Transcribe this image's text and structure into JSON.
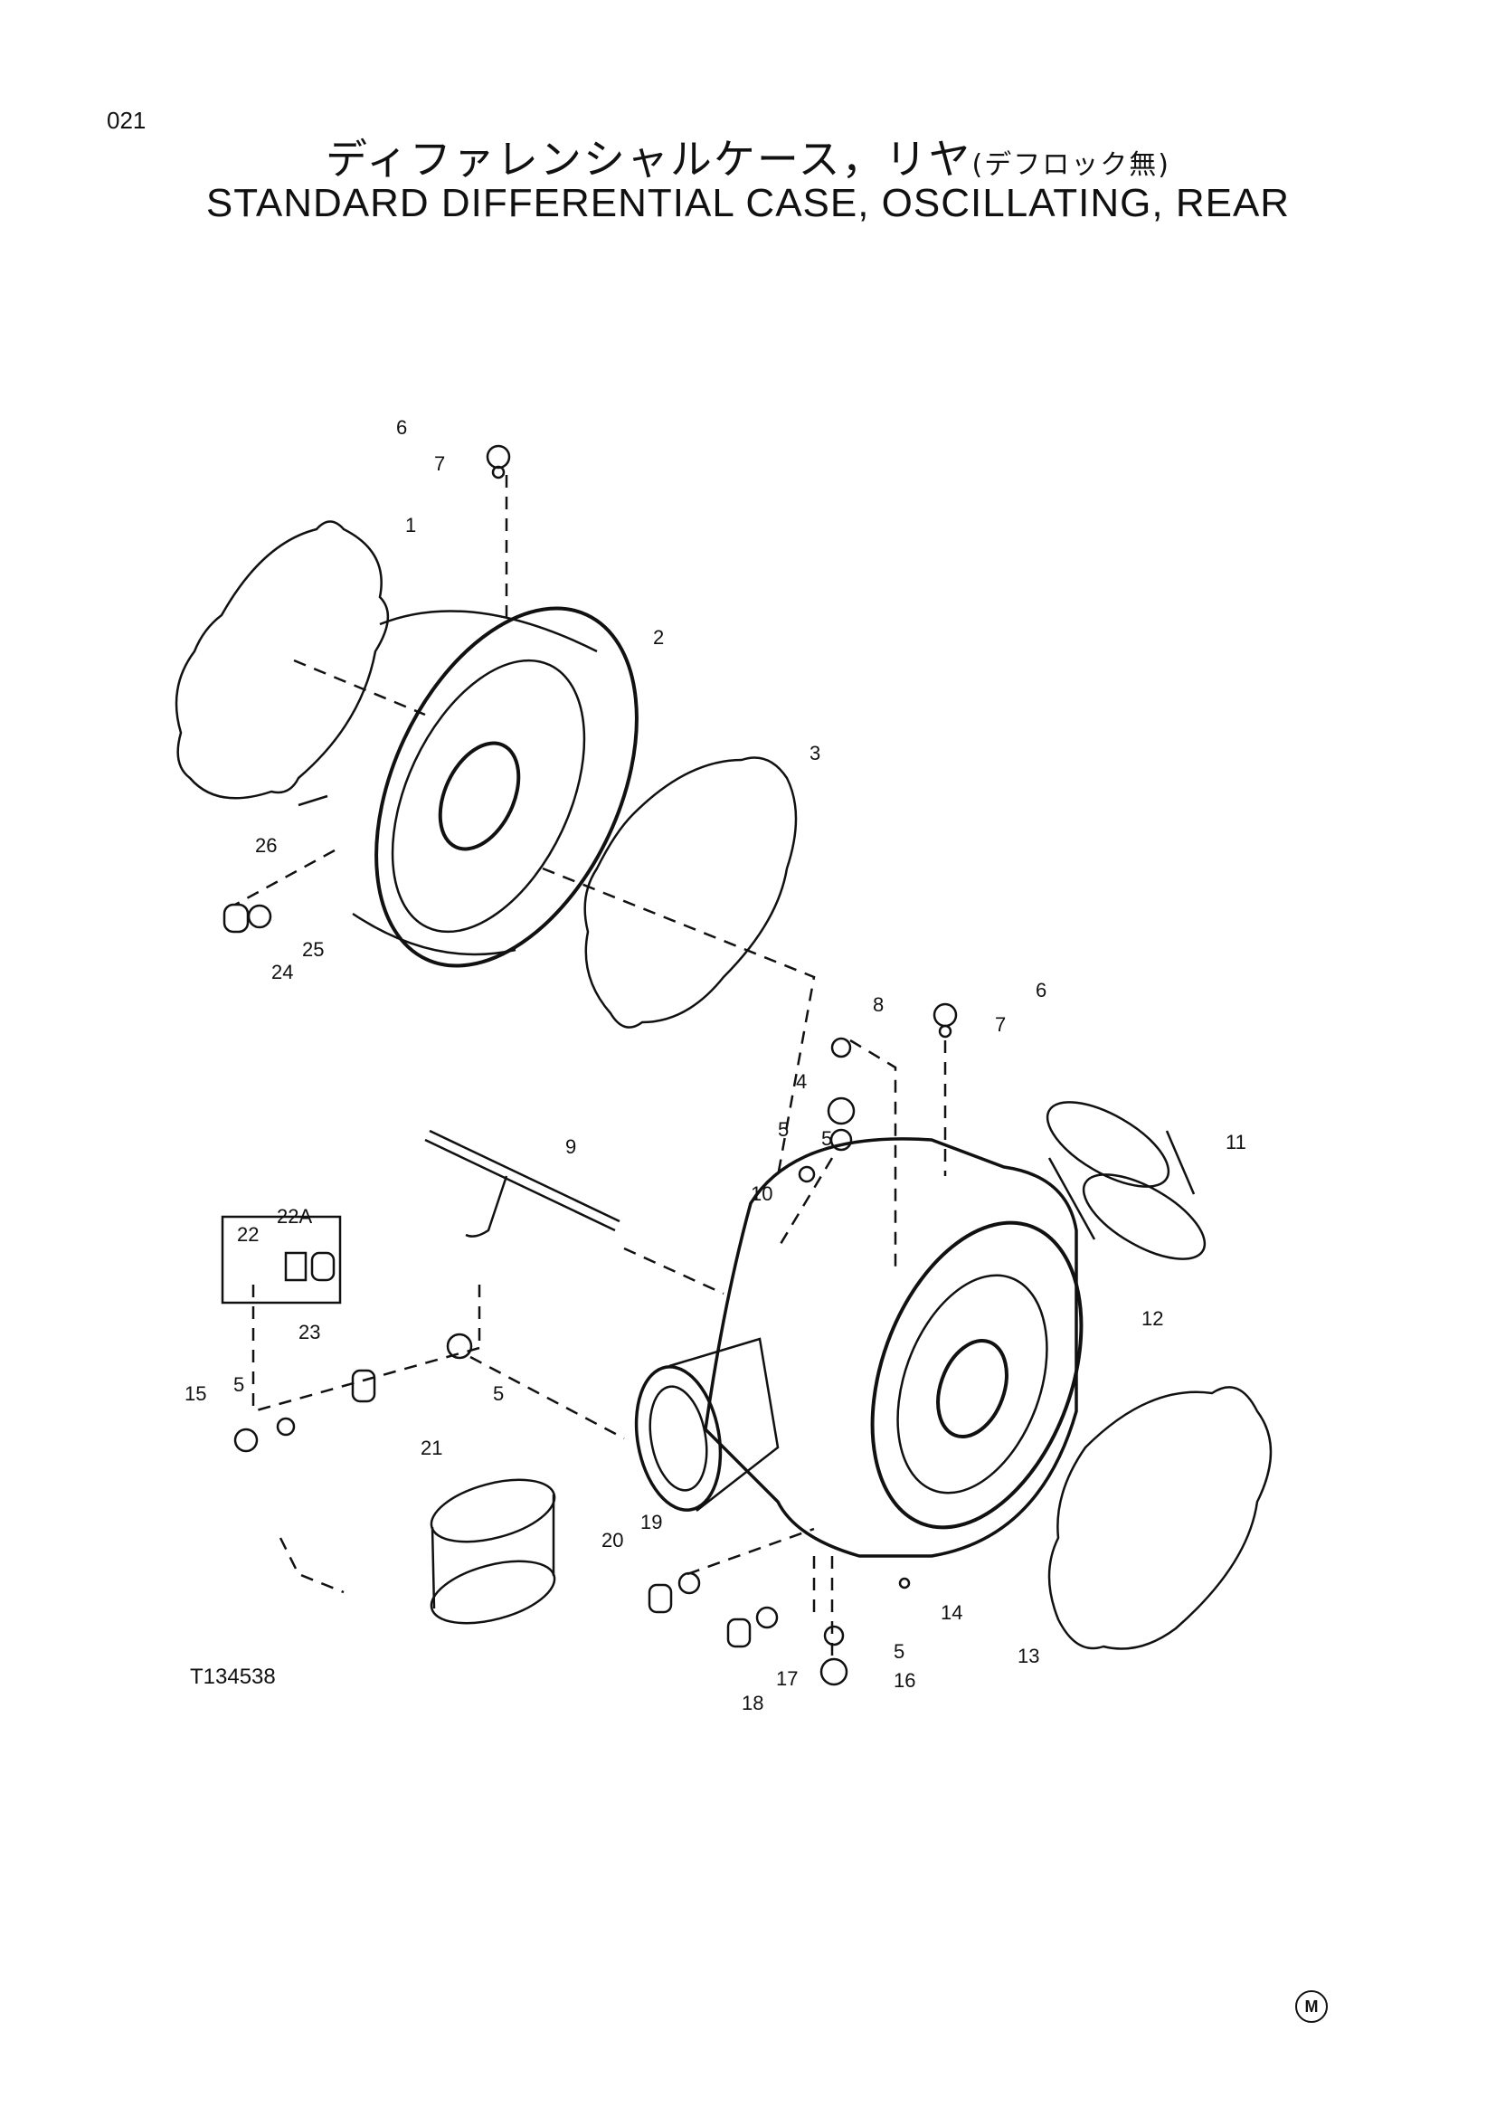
{
  "page_number": "021",
  "title_jp": "ディファレンシャルケース，リヤ",
  "title_jp_note": "(デフロック無)",
  "title_en": "STANDARD DIFFERENTIAL CASE, OSCILLATING, REAR",
  "figure_id": "T134538",
  "corner_mark": "M",
  "callouts": [
    "1",
    "2",
    "3",
    "4",
    "5",
    "5",
    "5",
    "5",
    "5",
    "6",
    "6",
    "7",
    "7",
    "8",
    "9",
    "10",
    "11",
    "12",
    "13",
    "14",
    "15",
    "16",
    "17",
    "18",
    "19",
    "20",
    "21",
    "22",
    "22A",
    "23",
    "24",
    "25",
    "26"
  ]
}
